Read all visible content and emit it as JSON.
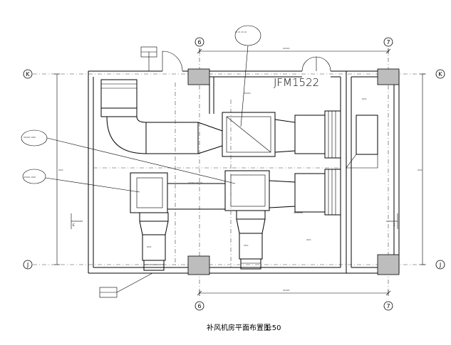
{
  "grid": {
    "col_6": "6",
    "col_7": "7",
    "row_k": "K",
    "row_j": "J"
  },
  "equipment_tag": "JFM1522",
  "side_mark_left": "E",
  "side_mark_right": "E",
  "title": {
    "name": "补风机房平面布置图",
    "scale": "1:50"
  }
}
